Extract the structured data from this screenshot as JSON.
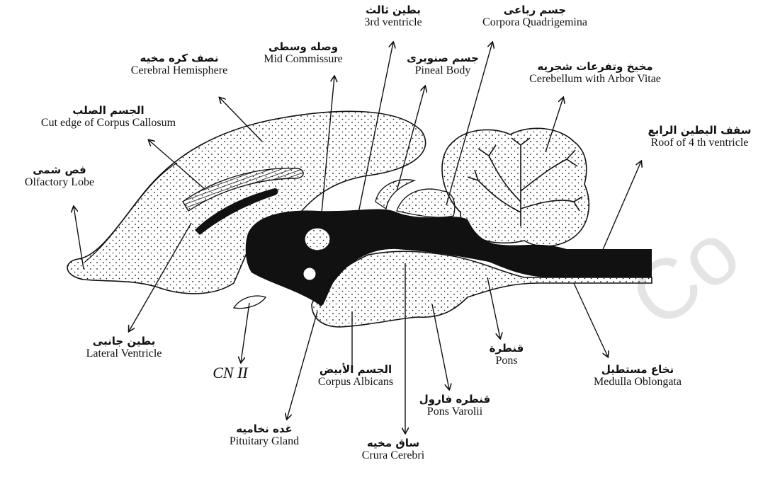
{
  "labels": {
    "third_ventricle": {
      "ar": "بطين ثالث",
      "en": "3rd ventricle"
    },
    "corpora_quadrigemina": {
      "ar": "جسم رباعى",
      "en": "Corpora Quadrigemina"
    },
    "mid_commissure": {
      "ar": "وصله وسطى",
      "en": "Mid Commissure"
    },
    "pineal_body": {
      "ar": "جسم صنوبرى",
      "en": "Pineal Body"
    },
    "cerebral_hemisphere": {
      "ar": "نصف كره مخيه",
      "en": "Cerebral Hemisphere"
    },
    "cerebellum": {
      "ar": "مخيخ وتفرعات شجريه",
      "en": "Cerebellum with Arbor Vitae"
    },
    "corpus_callosum": {
      "ar": "الجسم الصلب",
      "en": "Cut edge of Corpus Callosum"
    },
    "roof_4th_ventricle": {
      "ar": "سقف البطين الرابع",
      "en": "Roof of 4 th ventricle"
    },
    "olfactory_lobe": {
      "ar": "فص شمى",
      "en": "Olfactory Lobe"
    },
    "lateral_ventricle": {
      "ar": "بطين جانبى",
      "en": "Lateral Ventricle"
    },
    "cn_ii": {
      "en": "CN II"
    },
    "corpus_albicans": {
      "ar": "الجسم الأبيض",
      "en": "Corpus Albicans"
    },
    "pons": {
      "ar": "قنطرة",
      "en": "Pons"
    },
    "medulla": {
      "ar": "نخاع مستطيل",
      "en": "Medulla Oblongata"
    },
    "pons_varolii": {
      "ar": "قنطره فارول",
      "en": "Pons Varolii"
    },
    "pituitary": {
      "ar": "غده نخاميه",
      "en": "Pituitary Gland"
    },
    "crura_cerebri": {
      "ar": "ساق مخيه",
      "en": "Crura Cerebri"
    }
  },
  "watermark": "Co",
  "colors": {
    "ink": "#111111",
    "paper": "#ffffff",
    "watermark": "#e4e4e4"
  }
}
